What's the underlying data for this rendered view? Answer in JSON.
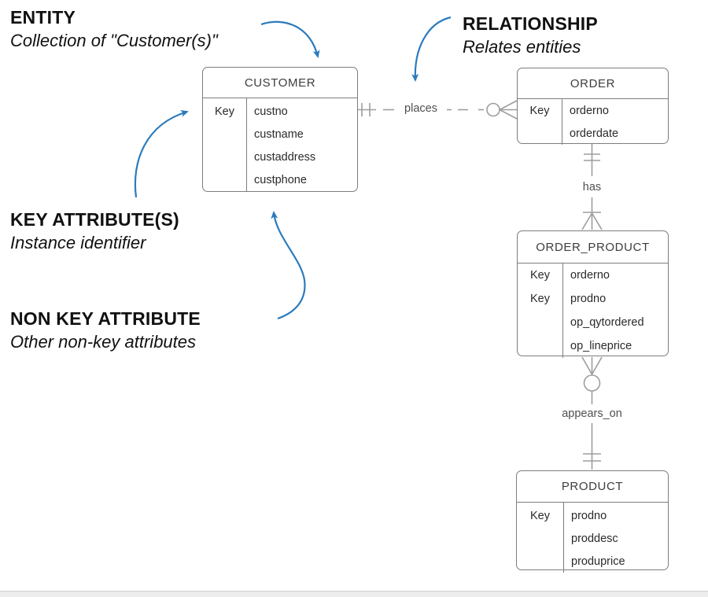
{
  "annotations": {
    "entity": {
      "title": "ENTITY",
      "subtitle": "Collection of \"Customer(s)\""
    },
    "relationship": {
      "title": "RELATIONSHIP",
      "subtitle": "Relates entities"
    },
    "key_attribute": {
      "title": "KEY ATTRIBUTE(S)",
      "subtitle": "Instance identifier"
    },
    "non_key_attribute": {
      "title": "NON KEY ATTRIBUTE",
      "subtitle": "Other non-key attributes"
    }
  },
  "entities": {
    "customer": {
      "title": "CUSTOMER",
      "rows": [
        {
          "key": "Key",
          "attr": "custno"
        },
        {
          "key": "",
          "attr": "custname"
        },
        {
          "key": "",
          "attr": "custaddress"
        },
        {
          "key": "",
          "attr": "custphone"
        }
      ]
    },
    "order": {
      "title": "ORDER",
      "rows": [
        {
          "key": "Key",
          "attr": "orderno"
        },
        {
          "key": "",
          "attr": "orderdate"
        }
      ]
    },
    "order_product": {
      "title": "ORDER_PRODUCT",
      "rows": [
        {
          "key": "Key",
          "attr": "orderno"
        },
        {
          "key": "Key",
          "attr": "prodno"
        },
        {
          "key": "",
          "attr": "op_qytordered"
        },
        {
          "key": "",
          "attr": "op_lineprice"
        }
      ]
    },
    "product": {
      "title": "PRODUCT",
      "rows": [
        {
          "key": "Key",
          "attr": "prodno"
        },
        {
          "key": "",
          "attr": "proddesc"
        },
        {
          "key": "",
          "attr": "produprice"
        }
      ]
    }
  },
  "relationships": {
    "places": {
      "label": "places",
      "from": "CUSTOMER",
      "to": "ORDER",
      "from_cardinality": "one-and-only-one",
      "to_cardinality": "zero-or-many",
      "line_style": "dashed"
    },
    "has": {
      "label": "has",
      "from": "ORDER",
      "to": "ORDER_PRODUCT",
      "from_cardinality": "one-and-only-one",
      "to_cardinality": "one-or-many",
      "line_style": "solid"
    },
    "appears_on": {
      "label": "appears_on",
      "from": "ORDER_PRODUCT",
      "to": "PRODUCT",
      "from_cardinality": "zero-or-many",
      "to_cardinality": "one-and-only-one",
      "line_style": "solid"
    }
  },
  "colors": {
    "arrow_blue": "#2b7bbd",
    "box_border_gray": "#7d7d7d",
    "line_gray": "#9d9d9d",
    "label_gray": "#4f4f4f"
  }
}
